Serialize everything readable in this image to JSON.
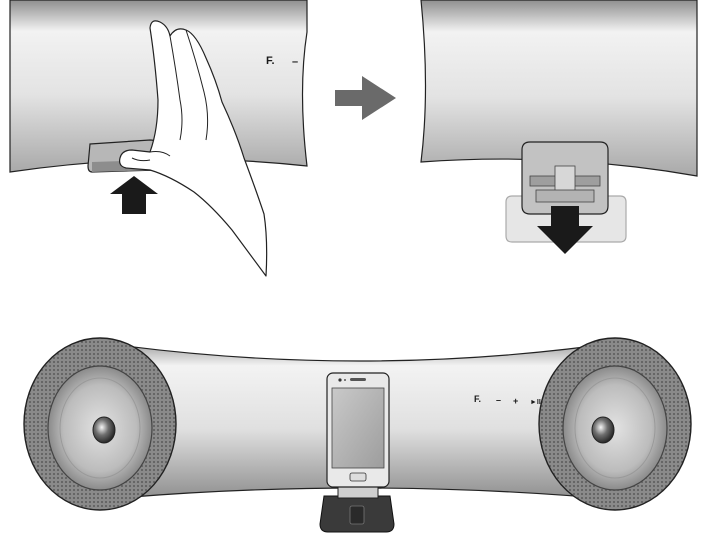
{
  "panels": {
    "step1": {
      "button_labels": [
        "F.",
        "–"
      ]
    },
    "step2": {},
    "full": {
      "button_labels": [
        "F.",
        "–",
        "+",
        "►II"
      ]
    }
  },
  "colors": {
    "body_light": "#f1f1f1",
    "body_mid": "#d4d4d4",
    "body_dark": "#9a9a9a",
    "grille": "#7a7a7a",
    "arrow": "#1a1a1a",
    "arrow_gray": "#5a5a5a",
    "outline": "#222222"
  },
  "icons": {
    "push_arrow": "arrow-up-icon",
    "next_arrow": "arrow-right-icon",
    "pull_arrow": "arrow-down-icon"
  }
}
